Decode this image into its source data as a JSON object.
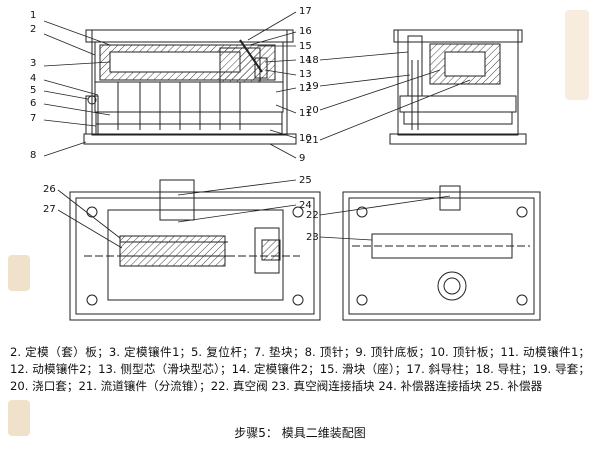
{
  "parts_legend": "2. 定模（套）板；3. 定模镶件1；5. 复位杆；7. 垫块；8. 顶针；9. 顶针底板；10. 顶针板；11. 动模镶件1；12. 动模镶件2；13. 侧型芯（滑块型芯）；14. 定模镶件2；15. 滑块（座）；17. 斜导柱；18. 导柱；19. 导套；20. 浇口套；21. 流道镶件（分流锥）；22. 真空阀 23. 真空阀连接插块 24. 补偿器连接插块 25. 补偿器",
  "step_label": "步骤5：",
  "step_title": "模具二维装配图",
  "callouts": [
    "1",
    "2",
    "3",
    "4",
    "5",
    "6",
    "7",
    "8",
    "9",
    "10",
    "11",
    "12",
    "13",
    "14",
    "15",
    "16",
    "17",
    "18",
    "19",
    "20",
    "21",
    "22",
    "23",
    "24",
    "25",
    "26",
    "27"
  ],
  "colors": {
    "line": "#222222",
    "hatch": "#444444",
    "seal": "#d4a866"
  }
}
